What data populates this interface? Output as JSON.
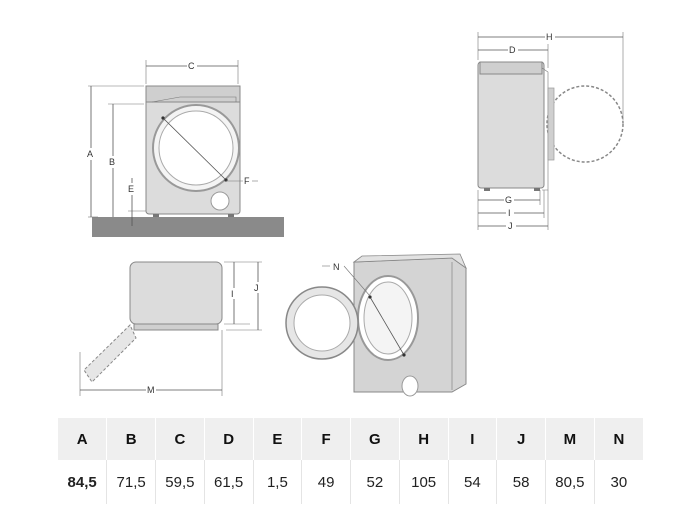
{
  "labels": {
    "front": {
      "a": "A",
      "b": "B",
      "c": "C",
      "e": "E",
      "f": "F"
    },
    "side": {
      "h": "H",
      "d": "D",
      "g": "G",
      "i": "I",
      "j": "J"
    },
    "plan": {
      "i": "I",
      "j": "J",
      "m": "M"
    },
    "open": {
      "n": "N"
    }
  },
  "table": {
    "headers": [
      "A",
      "B",
      "C",
      "D",
      "E",
      "F",
      "G",
      "H",
      "I",
      "J",
      "M",
      "N"
    ],
    "values": [
      "84,5",
      "71,5",
      "59,5",
      "61,5",
      "1,5",
      "49",
      "52",
      "105",
      "54",
      "58",
      "80,5",
      "30"
    ]
  }
}
